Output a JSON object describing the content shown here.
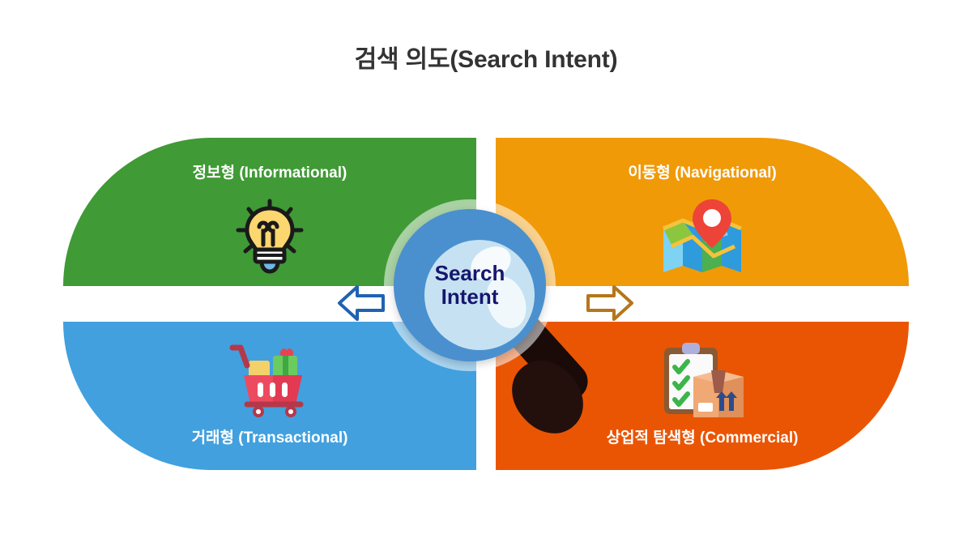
{
  "header": {
    "title": "검색 의도(Search Intent)"
  },
  "center": {
    "line1": "Search",
    "line2": "Intent",
    "icon": "magnifying-glass-icon",
    "text_color": "#16166E",
    "ring_color": "#4A90CE",
    "lens_color": "#C6E2F2"
  },
  "arrows": [
    {
      "name": "arrow-left",
      "direction": "left",
      "color": "#1F63B0"
    },
    {
      "name": "arrow-right",
      "direction": "right",
      "color": "#B5761A"
    }
  ],
  "quadrants": [
    {
      "id": "informational",
      "label": "정보형 (Informational)",
      "color": "#409A36",
      "icon": "lightbulb-icon",
      "position": "top-left"
    },
    {
      "id": "navigational",
      "label": "이동형 (Navigational)",
      "color": "#F09A08",
      "icon": "map-pin-icon",
      "position": "top-right"
    },
    {
      "id": "transactional",
      "label": "거래형 (Transactional)",
      "color": "#42A0DE",
      "icon": "shopping-cart-icon",
      "position": "bottom-left"
    },
    {
      "id": "commercial",
      "label": "상업적 탐색형 (Commercial)",
      "color": "#EA5504",
      "icon": "clipboard-box-icon",
      "position": "bottom-right"
    }
  ]
}
